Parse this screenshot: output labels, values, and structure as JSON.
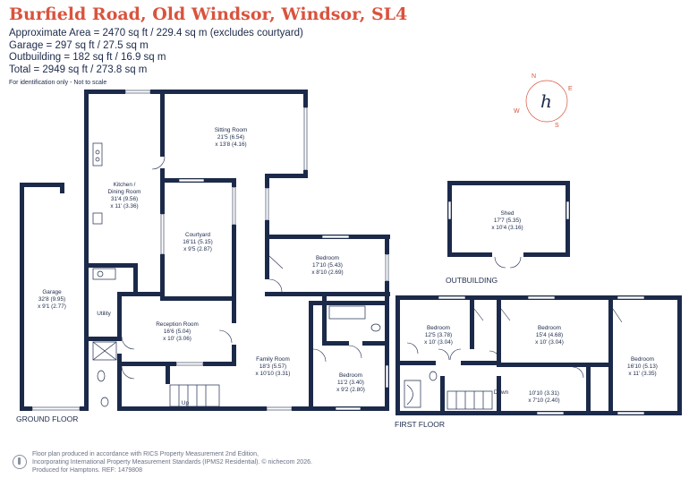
{
  "header": {
    "title": "Burfield Road, Old Windsor, Windsor, SL4",
    "areas": [
      "Approximate Area = 2470 sq ft / 229.4 sq m (excludes courtyard)",
      "Garage = 297 sq ft / 27.5 sq m",
      "Outbuilding = 182 sq ft / 16.9 sq m",
      "Total = 2949 sq ft / 273.8 sq m"
    ],
    "note": "For identification only - Not to scale"
  },
  "compass": {
    "n": "N",
    "e": "E",
    "s": "S",
    "w": "W",
    "logo": "h"
  },
  "floors": {
    "ground": "GROUND FLOOR",
    "first": "FIRST FLOOR",
    "outbuilding": "OUTBUILDING"
  },
  "rooms": {
    "sitting": {
      "name": "Sitting Room",
      "d1": "21'5 (6.54)",
      "d2": "x 13'8 (4.16)"
    },
    "kitchen": {
      "name": "Kitchen /",
      "name2": "Dining Room",
      "d1": "31'4 (9.56)",
      "d2": "x 11' (3.36)"
    },
    "courtyard": {
      "name": "Courtyard",
      "d1": "16'11 (5.15)",
      "d2": "x 9'5 (2.87)"
    },
    "garage": {
      "name": "Garage",
      "d1": "32'8 (9.95)",
      "d2": "x 9'1 (2.77)"
    },
    "utility": {
      "name": "Utility"
    },
    "reception": {
      "name": "Reception Room",
      "d1": "16'6 (5.04)",
      "d2": "x 10' (3.06)"
    },
    "family": {
      "name": "Family Room",
      "d1": "18'3 (5.57)",
      "d2": "x 10'10 (3.31)"
    },
    "bed_gf": {
      "name": "Bedroom",
      "d1": "17'10 (5.43)",
      "d2": "x 8'10 (2.69)"
    },
    "bed_gf2": {
      "name": "Bedroom",
      "d1": "11'2 (3.40)",
      "d2": "x 9'2 (2.80)"
    },
    "shed": {
      "name": "Shed",
      "d1": "17'7 (5.35)",
      "d2": "x 10'4 (3.16)"
    },
    "bed_ff1": {
      "name": "Bedroom",
      "d1": "12'5 (3.78)",
      "d2": "x 10' (3.04)"
    },
    "bed_ff2": {
      "name": "Bedroom",
      "d1": "15'4 (4.68)",
      "d2": "x 10' (3.04)"
    },
    "bed_ff3": {
      "name": "Bedroom",
      "d1": "16'10 (5.13)",
      "d2": "x 11' (3.35)"
    },
    "bed_ff4": {
      "d1": "10'10 (3.31)",
      "d2": "x 7'10 (2.40)"
    }
  },
  "stairs": {
    "up": "Up",
    "down": "Down"
  },
  "footer": {
    "line1": "Floor plan produced in accordance with RICS Property Measurement 2nd Edition,",
    "line2": "Incorporating International Property Measurement Standards (IPMS2 Residential). © nichecom 2026.",
    "line3": "Produced for Hamptons.   REF:  1479808"
  },
  "colors": {
    "wall": "#1c2a4a",
    "title": "#d9533d",
    "compass": "#d9533d"
  }
}
